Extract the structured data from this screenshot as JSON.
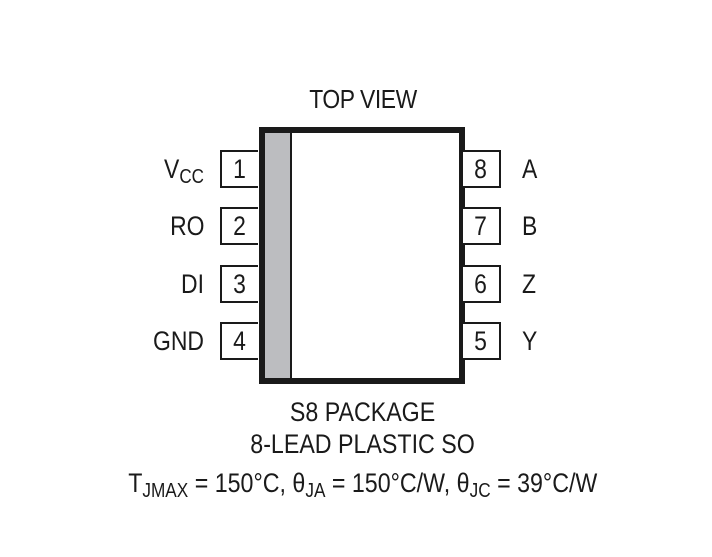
{
  "diagram": {
    "title": "TOP VIEW",
    "package_type": "S8 PACKAGE",
    "package_desc": "8-LEAD PLASTIC SO",
    "thermal": {
      "tjmax_symbol": "T",
      "tjmax_sub": "JMAX",
      "tjmax_value": " = 150°C, ",
      "theta_ja_symbol": "θ",
      "theta_ja_sub": "JA",
      "theta_ja_value": " = 150°C/W, ",
      "theta_jc_symbol": "θ",
      "theta_jc_sub": "JC",
      "theta_jc_value": " = 39°C/W"
    },
    "left_pins": [
      {
        "number": "1",
        "name": "V",
        "name_sub": "CC"
      },
      {
        "number": "2",
        "name": "RO",
        "name_sub": ""
      },
      {
        "number": "3",
        "name": "DI",
        "name_sub": ""
      },
      {
        "number": "4",
        "name": "GND",
        "name_sub": ""
      }
    ],
    "right_pins": [
      {
        "number": "8",
        "name": "A"
      },
      {
        "number": "7",
        "name": "B"
      },
      {
        "number": "6",
        "name": "Z"
      },
      {
        "number": "5",
        "name": "Y"
      }
    ],
    "colors": {
      "outline": "#1a1a1a",
      "pin1_stripe": "#bcbdc0",
      "background": "#ffffff"
    }
  }
}
